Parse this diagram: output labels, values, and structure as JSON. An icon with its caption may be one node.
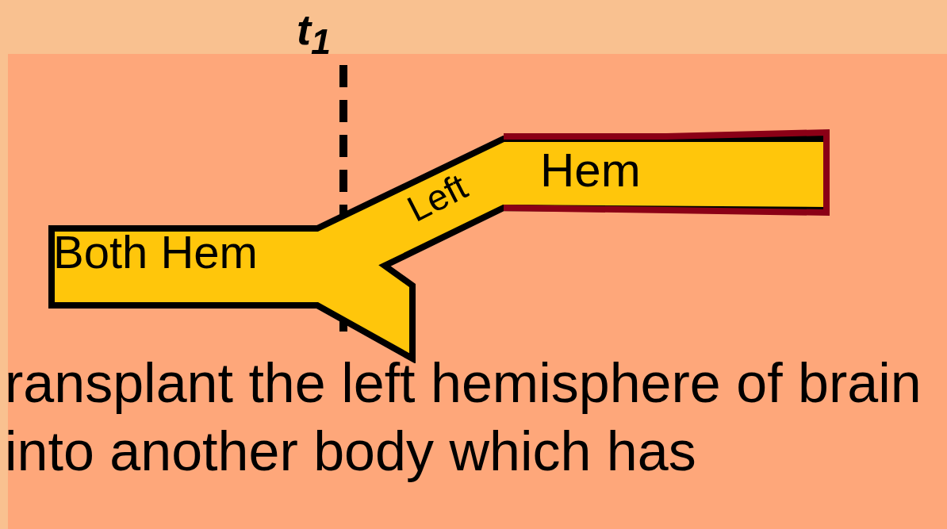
{
  "diagram": {
    "nodes": [
      {
        "text": [
          "Both Hem",
          "Left",
          "Hem"
        ]
      }
    ],
    "edges": [],
    "labels": [
      "t$_{1}$",
      "ransplant the left hemisphere of brain into another body which has"
    ]
  }
}
